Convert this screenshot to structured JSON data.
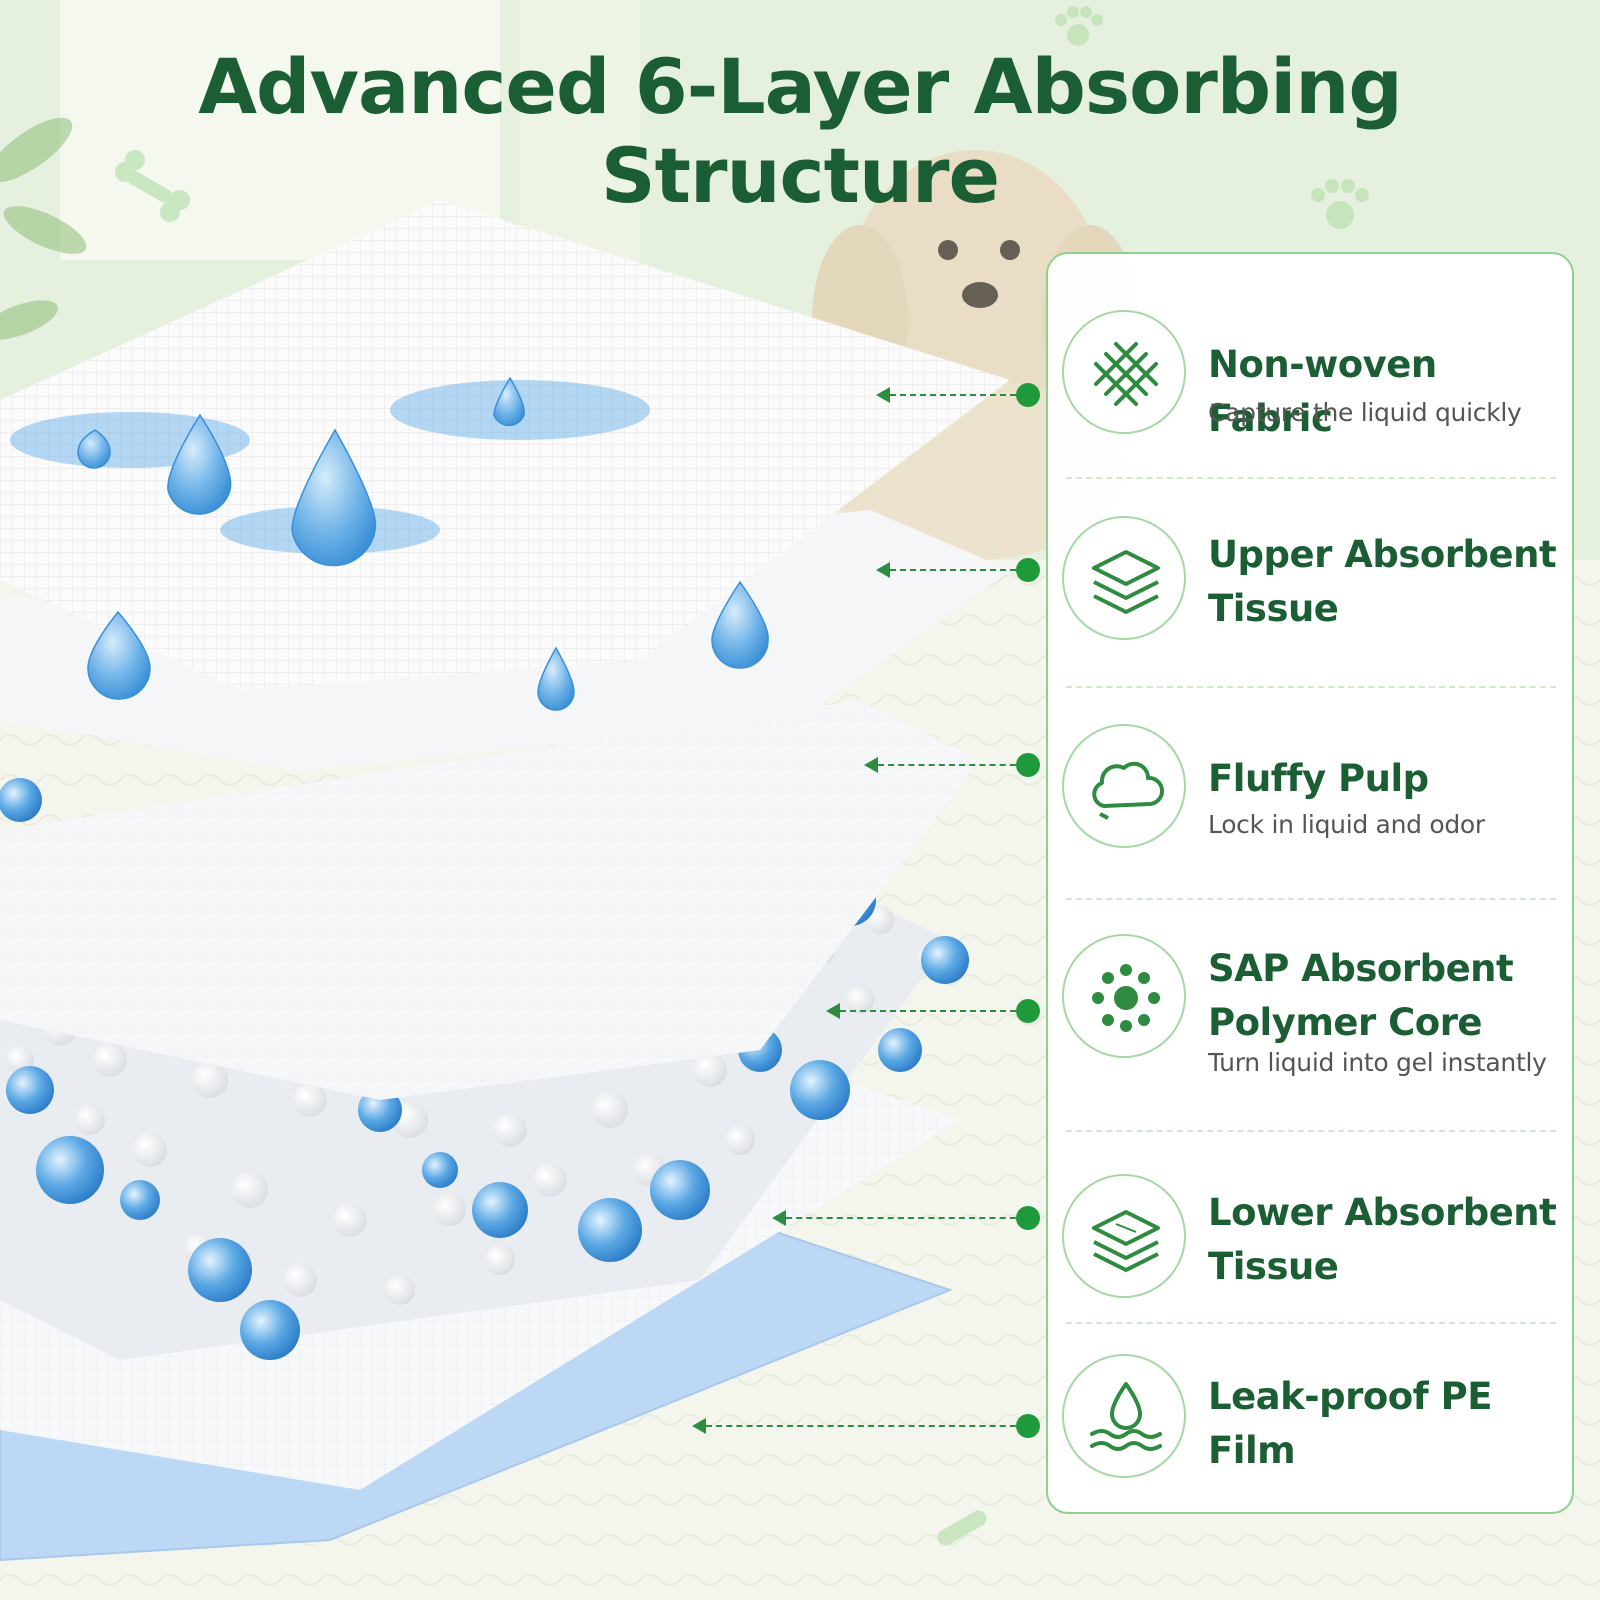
{
  "title": "Advanced 6-Layer Absorbing Structure",
  "colors": {
    "brand_green": "#1c5e34",
    "accent_green": "#1f9a3a",
    "panel_border": "#8fd08f",
    "droplet_blue": "#5aa9e6",
    "film_blue": "#bcd8f5"
  },
  "layers": [
    {
      "label": "Non-woven Fabric",
      "description": "Capture the liquid quickly",
      "icon": "woven-mesh-icon"
    },
    {
      "label": "Upper Absorbent Tissue",
      "description": "",
      "icon": "stacked-layers-icon"
    },
    {
      "label": "Fluffy Pulp",
      "description": "Lock in liquid and odor",
      "icon": "cloud-icon"
    },
    {
      "label": "SAP Absorbent Polymer Core",
      "description": "Turn liquid into gel instantly",
      "icon": "polymer-dots-icon"
    },
    {
      "label": "Lower Absorbent Tissue",
      "description": "",
      "icon": "stacked-sheets-icon"
    },
    {
      "label": "Leak-proof PE Film",
      "description": "",
      "icon": "water-drop-waves-icon"
    }
  ]
}
